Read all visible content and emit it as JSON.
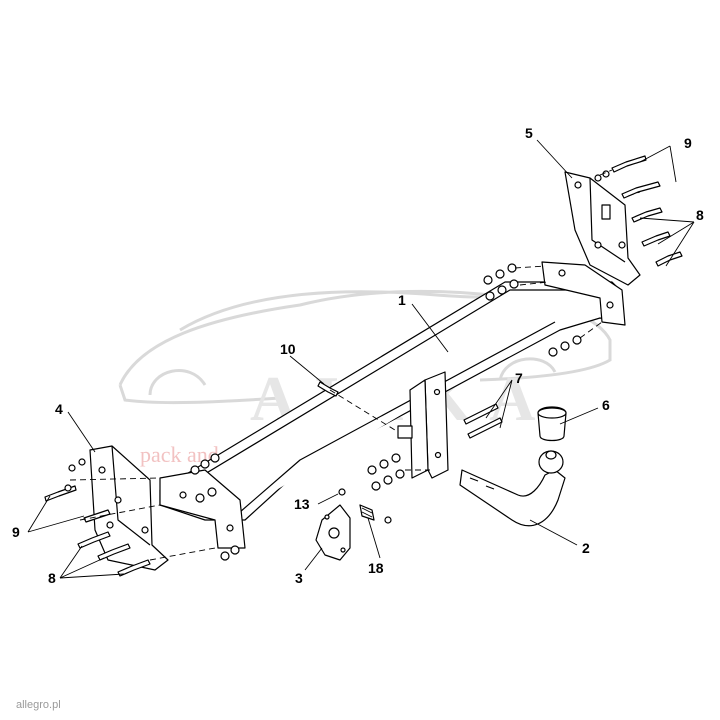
{
  "watermark": {
    "brand": "AIAKA",
    "tagline": "pack and travel"
  },
  "callouts": {
    "c1": "1",
    "c2": "2",
    "c3": "3",
    "c4": "4",
    "c5": "5",
    "c6": "6",
    "c7": "7",
    "c8_left": "8",
    "c8_right": "8",
    "c9_left": "9",
    "c9_right": "9",
    "c10": "10",
    "c13": "13",
    "c18": "18"
  },
  "footer": {
    "source": "allegro.pl"
  },
  "colors": {
    "line": "#000000",
    "watermark": "#d9d9d9",
    "watermark_tag": "#f2c2c2"
  }
}
